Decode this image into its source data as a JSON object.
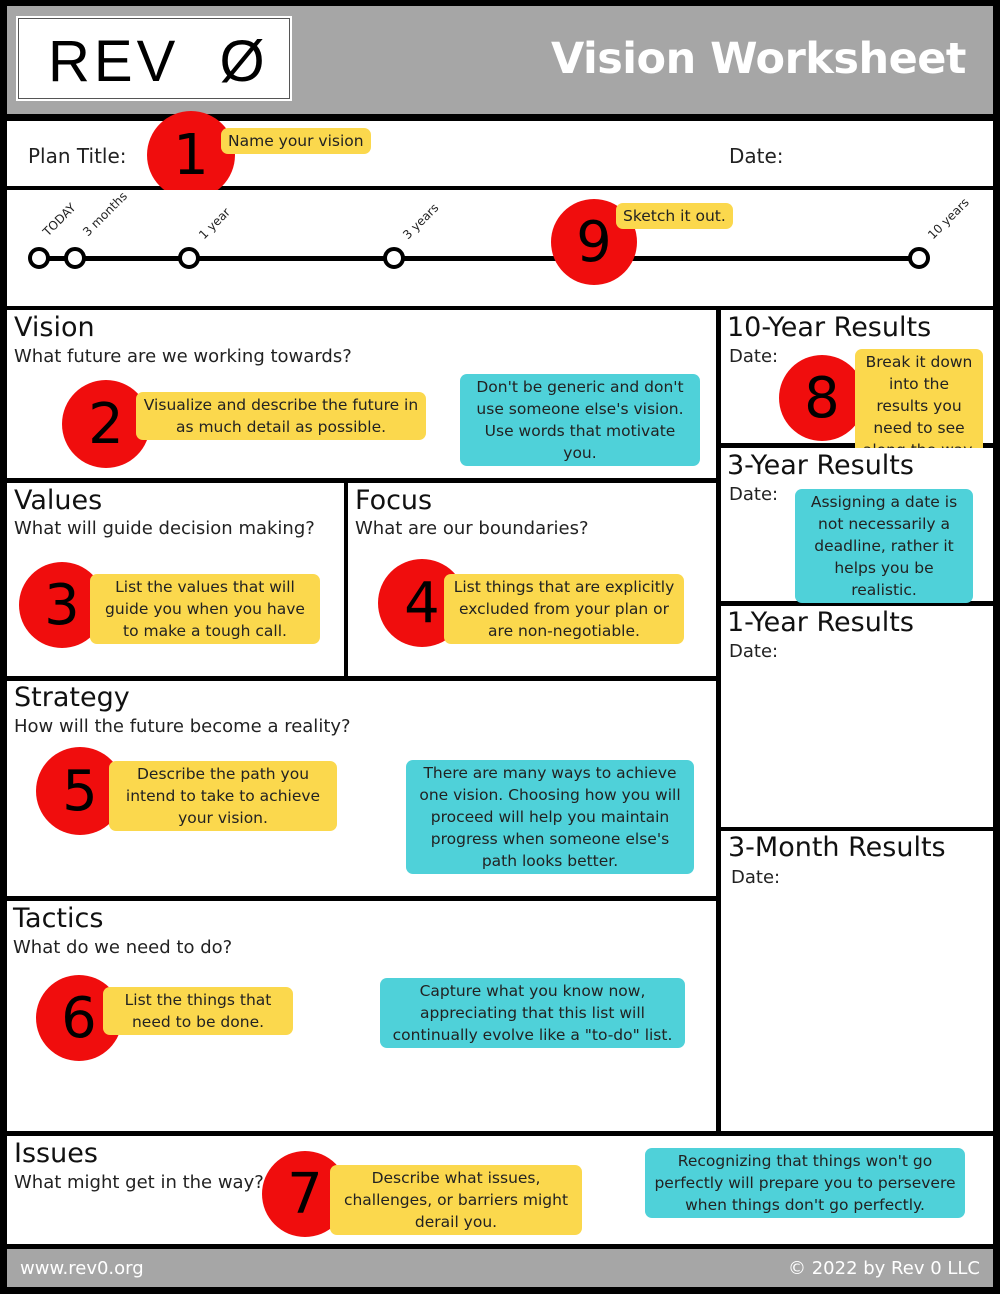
{
  "header": {
    "logo": "REV  Ø",
    "title": "Vision Worksheet"
  },
  "plan": {
    "title_label": "Plan Title:",
    "date_label": "Date:"
  },
  "timeline": {
    "labels": [
      "TODAY",
      "3 months",
      "1 year",
      "3 years",
      "10 years"
    ]
  },
  "steps": {
    "s1": {
      "num": "1",
      "note": "Name your vision"
    },
    "s2": {
      "num": "2",
      "note": "Visualize and describe the future in as much detail as possible."
    },
    "s3": {
      "num": "3",
      "note": "List the values that will guide you when you have to make a tough call."
    },
    "s4": {
      "num": "4",
      "note": "List things that are explicitly excluded from your plan or are non-negotiable."
    },
    "s5": {
      "num": "5",
      "note": "Describe the path you intend to take to achieve your vision."
    },
    "s6": {
      "num": "6",
      "note": "List the things that need to be done."
    },
    "s7": {
      "num": "7",
      "note": "Describe what issues, challenges, or barriers might derail you."
    },
    "s8": {
      "num": "8",
      "note": "Break it down into the results you need to see along the way."
    },
    "s9": {
      "num": "9",
      "note": "Sketch it out."
    }
  },
  "sections": {
    "vision": {
      "title": "Vision",
      "question": "What future are we working towards?",
      "tip": "Don't be generic and don't use someone else's vision. Use words that motivate you."
    },
    "values": {
      "title": "Values",
      "question": "What will guide decision making?"
    },
    "focus": {
      "title": "Focus",
      "question": "What are our boundaries?"
    },
    "strategy": {
      "title": "Strategy",
      "question": "How will the future become a reality?",
      "tip": "There are many ways to achieve one vision. Choosing how you will proceed will help you maintain progress when someone else's path looks better."
    },
    "tactics": {
      "title": "Tactics",
      "question": "What do we need to do?",
      "tip": "Capture what you know now, appreciating that this list will continually evolve like a \"to-do\" list."
    },
    "issues": {
      "title": "Issues",
      "question": "What might get in the way?",
      "tip": "Recognizing that things won't go perfectly will prepare you to persevere when things don't go perfectly."
    }
  },
  "results": {
    "ten_year": {
      "title": "10-Year Results",
      "date_label": "Date:"
    },
    "three_year": {
      "title": "3-Year Results",
      "date_label": "Date:",
      "tip": "Assigning a date is not necessarily a deadline, rather it helps you be realistic."
    },
    "one_year": {
      "title": "1-Year Results",
      "date_label": "Date:"
    },
    "three_month": {
      "title": "3-Month Results",
      "date_label": "Date:"
    }
  },
  "footer": {
    "website": "www.rev0.org",
    "copyright": "© 2022 by Rev 0 LLC"
  },
  "colors": {
    "red": "#f00d0d",
    "yellow": "#fbd84d",
    "cyan": "#4fd1d9",
    "gray": "#a6a6a6"
  }
}
